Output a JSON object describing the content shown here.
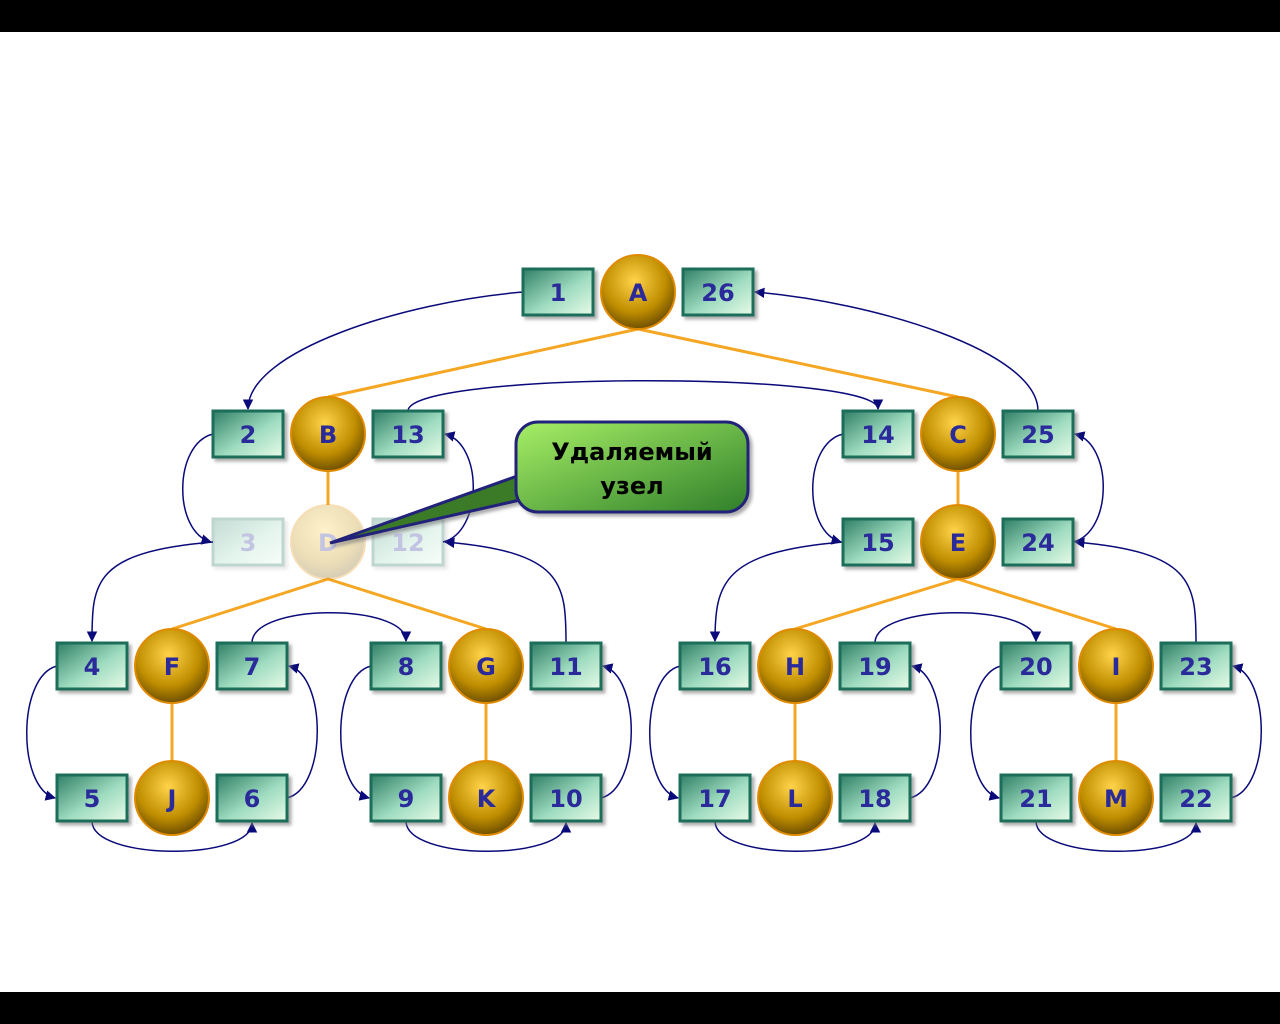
{
  "callout": {
    "line1": "Удаляемый",
    "line2": "узел"
  },
  "nodes": [
    {
      "id": "A",
      "left": "1",
      "right": "26"
    },
    {
      "id": "B",
      "left": "2",
      "right": "13"
    },
    {
      "id": "C",
      "left": "14",
      "right": "25"
    },
    {
      "id": "D",
      "left": "3",
      "right": "12",
      "faded": true
    },
    {
      "id": "E",
      "left": "15",
      "right": "24"
    },
    {
      "id": "F",
      "left": "4",
      "right": "7"
    },
    {
      "id": "G",
      "left": "8",
      "right": "11"
    },
    {
      "id": "H",
      "left": "16",
      "right": "19"
    },
    {
      "id": "I",
      "left": "20",
      "right": "23"
    },
    {
      "id": "J",
      "left": "5",
      "right": "6"
    },
    {
      "id": "K",
      "left": "9",
      "right": "10"
    },
    {
      "id": "L",
      "left": "17",
      "right": "18"
    },
    {
      "id": "M",
      "left": "21",
      "right": "22"
    }
  ],
  "edges": [
    [
      "A",
      "B"
    ],
    [
      "A",
      "C"
    ],
    [
      "B",
      "D"
    ],
    [
      "C",
      "E"
    ],
    [
      "D",
      "F"
    ],
    [
      "D",
      "G"
    ],
    [
      "E",
      "H"
    ],
    [
      "E",
      "I"
    ],
    [
      "F",
      "J"
    ],
    [
      "G",
      "K"
    ],
    [
      "H",
      "L"
    ],
    [
      "I",
      "M"
    ]
  ],
  "colors": {
    "edge": "#f5a623",
    "arrow": "#0a0a7a",
    "box_fill_start": "#2f8a6c",
    "box_fill_end": "#d8f5d8",
    "node_fill": "#c99a00",
    "callout_fill": "#5aa83a"
  }
}
